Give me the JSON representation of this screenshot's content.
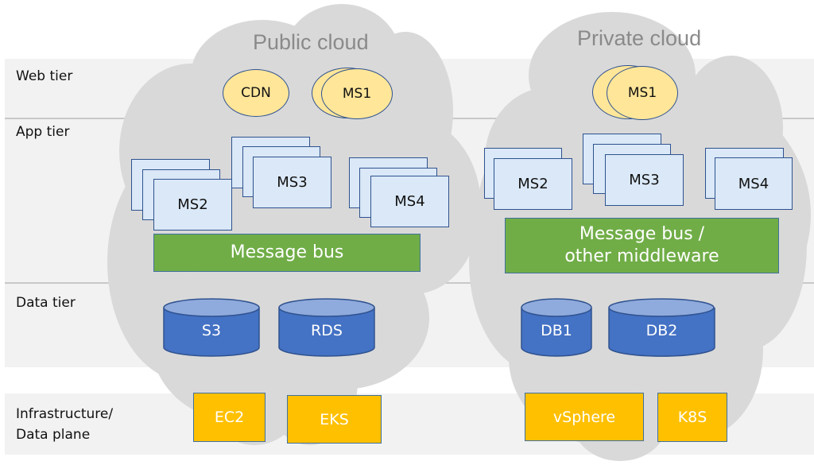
{
  "tiers": [
    {
      "label": "Web tier"
    },
    {
      "label": "App tier"
    },
    {
      "label": "Data tier"
    },
    {
      "label": "Infrastructure/\nData plane"
    }
  ],
  "public_cloud": {
    "title": "Public cloud",
    "web": [
      {
        "label": "CDN"
      },
      {
        "label": "MS1"
      }
    ],
    "app": [
      {
        "label": "MS2"
      },
      {
        "label": "MS3"
      },
      {
        "label": "MS4"
      }
    ],
    "bus": "Message bus",
    "data": [
      {
        "label": "S3"
      },
      {
        "label": "RDS"
      }
    ],
    "infra": [
      {
        "label": "EC2"
      },
      {
        "label": "EKS"
      }
    ]
  },
  "private_cloud": {
    "title": "Private cloud",
    "web": [
      {
        "label": "MS1"
      }
    ],
    "app": [
      {
        "label": "MS2"
      },
      {
        "label": "MS3"
      },
      {
        "label": "MS4"
      }
    ],
    "bus": "Message bus /\nother middleware",
    "data": [
      {
        "label": "DB1"
      },
      {
        "label": "DB2"
      }
    ],
    "infra": [
      {
        "label": "vSphere"
      },
      {
        "label": "K8S"
      }
    ]
  },
  "colors": {
    "cloud": "#d9d9d9",
    "band": "#f2f2f2",
    "service_fill": "#dae8f7",
    "web_fill": "#ffe699",
    "bus_fill": "#70ad47",
    "db_fill": "#4472c4",
    "infra_fill": "#ffc000"
  }
}
